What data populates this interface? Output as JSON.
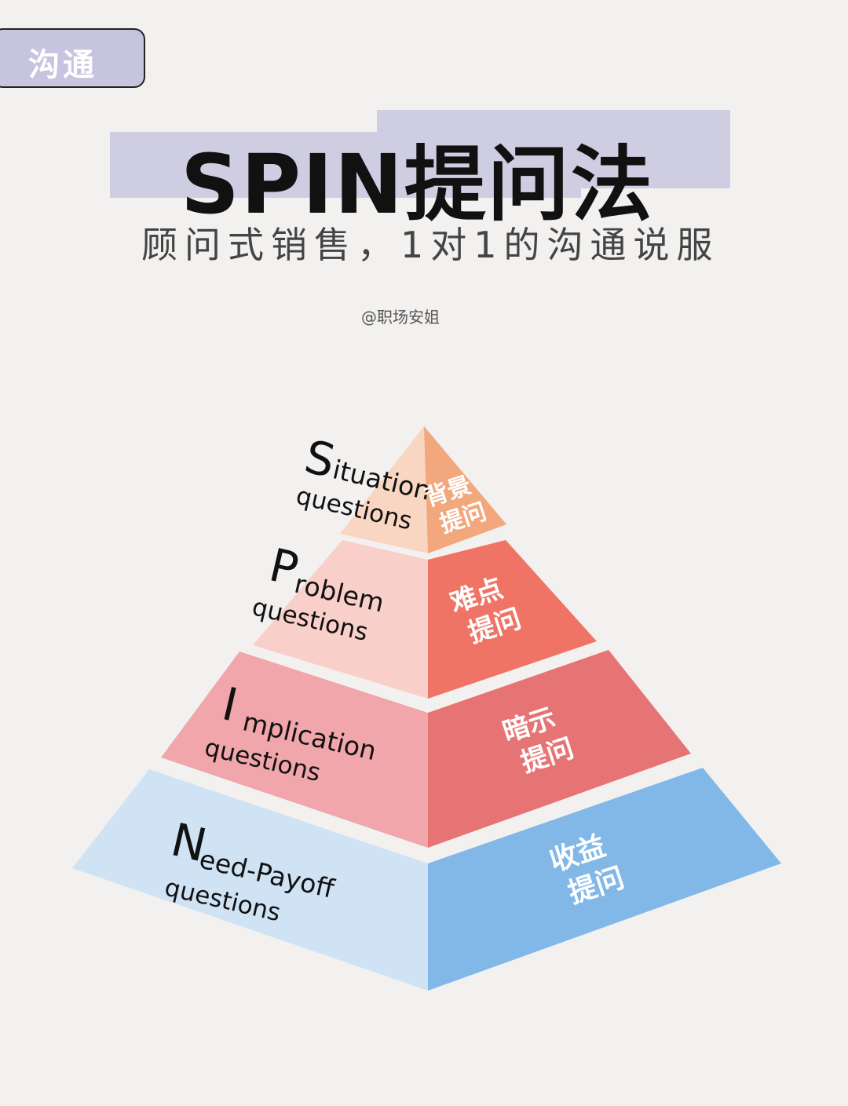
{
  "tag": "沟通",
  "title": "SPIN提问法",
  "subtitle": "顾问式销售，1对1的沟通说服",
  "author": "@职场安姐",
  "pyramid": [
    {
      "initial": "S",
      "rest": "ituation",
      "line2": "questions",
      "cn1": "背景",
      "cn2": "提问",
      "left_color": "#f8d6c1",
      "right_color": "#f2a87c"
    },
    {
      "initial": "P",
      "rest": "roblem",
      "line2": "questions",
      "cn1": "难点",
      "cn2": "提问",
      "left_color": "#f9cfca",
      "right_color": "#f07466"
    },
    {
      "initial": "I",
      "rest": "mplication",
      "line2": "questions",
      "cn1": "暗示",
      "cn2": "提问",
      "left_color": "#f0a6aa",
      "right_color": "#e77474"
    },
    {
      "initial": "N",
      "rest": "eed-Payoff",
      "line2": "questions",
      "cn1": "收益",
      "cn2": "提问",
      "left_color": "#cfe3f5",
      "right_color": "#82b8e8"
    }
  ]
}
